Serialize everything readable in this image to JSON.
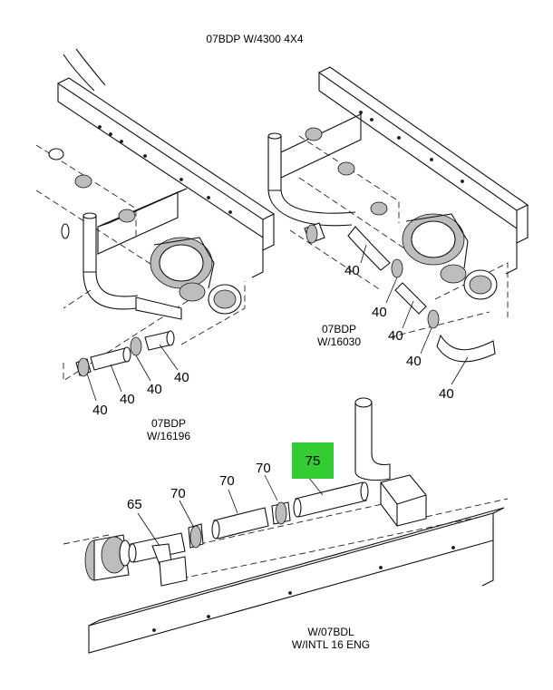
{
  "title": "07BDP W/4300 4X4",
  "captions": {
    "upper_right": [
      "07BDP",
      "W/16030"
    ],
    "upper_left": [
      "07BDP",
      "W/16196"
    ],
    "bottom": [
      "W/07BDL",
      "W/INTL 16 ENG"
    ]
  },
  "callouts": {
    "left": [
      "40",
      "40",
      "40",
      "40"
    ],
    "right": [
      "40",
      "40",
      "40",
      "40",
      "40"
    ],
    "bottom": [
      "65",
      "70",
      "70",
      "70"
    ]
  },
  "highlight": {
    "label": "75",
    "color": "#33cc33"
  }
}
